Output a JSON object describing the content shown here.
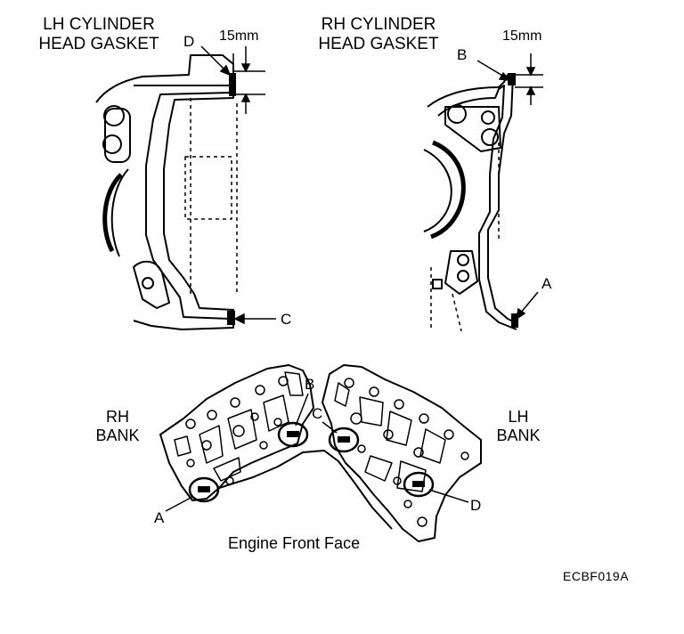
{
  "titles": {
    "lh_gasket_line1": "LH CYLINDER",
    "lh_gasket_line2": "HEAD GASKET",
    "rh_gasket_line1": "RH CYLINDER",
    "rh_gasket_line2": "HEAD GASKET"
  },
  "dimensions": {
    "lh_dim": "15mm",
    "rh_dim": "15mm"
  },
  "callouts": {
    "a_top": "A",
    "b_top": "B",
    "c_top": "C",
    "d_top": "D",
    "a_bottom": "A",
    "b_bottom": "B",
    "c_bottom": "C",
    "d_bottom": "D"
  },
  "banks": {
    "rh_line1": "RH",
    "rh_line2": "BANK",
    "lh_line1": "LH",
    "lh_line2": "BANK"
  },
  "caption": "Engine Front Face",
  "figure_code": "ECBF019A"
}
